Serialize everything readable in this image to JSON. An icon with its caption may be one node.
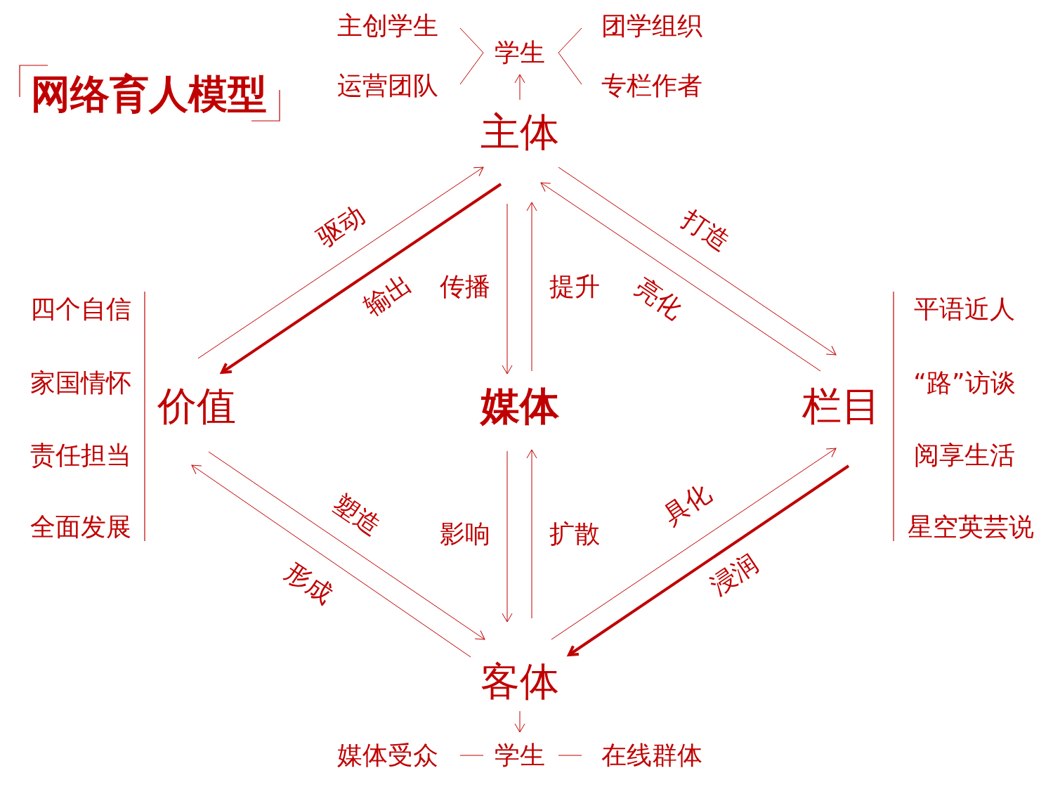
{
  "diagram": {
    "title": "网络育人模型",
    "nodes": [
      {
        "text": [
          "主体"
        ]
      },
      {
        "text": [
          "价值"
        ]
      },
      {
        "text": [
          "媒体"
        ]
      },
      {
        "text": [
          "栏目"
        ]
      },
      {
        "text": [
          "客体"
        ]
      },
      {
        "text": [
          "学生"
        ]
      },
      {
        "text": [
          "主创学生"
        ]
      },
      {
        "text": [
          "运营团队"
        ]
      },
      {
        "text": [
          "团学组织"
        ]
      },
      {
        "text": [
          "专栏作者"
        ]
      },
      {
        "text": [
          "学生"
        ]
      },
      {
        "text": [
          "媒体受众"
        ]
      },
      {
        "text": [
          "在线群体"
        ]
      },
      {
        "text": [
          "四个自信"
        ]
      },
      {
        "text": [
          "家国情怀"
        ]
      },
      {
        "text": [
          "责任担当"
        ]
      },
      {
        "text": [
          "全面发展"
        ]
      },
      {
        "text": [
          "平语近人"
        ]
      },
      {
        "text": [
          "“路”访谈"
        ]
      },
      {
        "text": [
          "阅享生活"
        ]
      },
      {
        "text": [
          "星空英芸说"
        ]
      }
    ],
    "edges": [
      {
        "from": 0,
        "to": 5,
        "arrow": "to"
      },
      {
        "from": 6,
        "to": 5,
        "arrow": "none"
      },
      {
        "from": 7,
        "to": 5,
        "arrow": "none"
      },
      {
        "from": 8,
        "to": 5,
        "arrow": "none"
      },
      {
        "from": 9,
        "to": 5,
        "arrow": "none"
      },
      {
        "from": 1,
        "to": 0,
        "arrow": "to",
        "label": "驱动"
      },
      {
        "from": 0,
        "to": 1,
        "arrow": "to",
        "label": "输出",
        "style": "thick"
      },
      {
        "from": 0,
        "to": 2,
        "arrow": "to",
        "label": "传播"
      },
      {
        "from": 2,
        "to": 0,
        "arrow": "to",
        "label": "提升"
      },
      {
        "from": 0,
        "to": 3,
        "arrow": "to",
        "label": "打造"
      },
      {
        "from": 3,
        "to": 0,
        "arrow": "to",
        "label": "亮化"
      },
      {
        "from": 1,
        "to": 4,
        "arrow": "to",
        "label": "塑造"
      },
      {
        "from": 4,
        "to": 1,
        "arrow": "to",
        "label": "形成"
      },
      {
        "from": 2,
        "to": 4,
        "arrow": "to",
        "label": "影响"
      },
      {
        "from": 4,
        "to": 2,
        "arrow": "to",
        "label": "扩散"
      },
      {
        "from": 4,
        "to": 3,
        "arrow": "to",
        "label": "具化"
      },
      {
        "from": 3,
        "to": 4,
        "arrow": "to",
        "label": "浸润",
        "style": "thick"
      },
      {
        "from": 4,
        "to": 10,
        "arrow": "to"
      },
      {
        "from": 11,
        "to": 10,
        "arrow": "none"
      },
      {
        "from": 10,
        "to": 12,
        "arrow": "none"
      }
    ]
  }
}
